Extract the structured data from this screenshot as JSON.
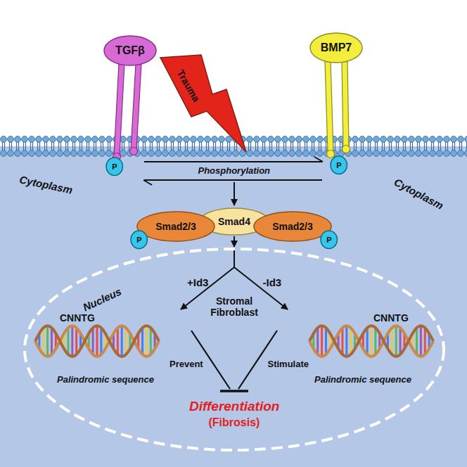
{
  "diagram": {
    "nodes": [
      {
        "text": [
          "Trauma"
        ]
      },
      {
        "text": [
          "TGFβ"
        ]
      },
      {
        "text": [
          "BMP7"
        ]
      },
      {
        "text": [
          "P"
        ]
      },
      {
        "text": [
          "P"
        ]
      },
      {
        "text": [
          "Smad2/3"
        ]
      },
      {
        "text": [
          "Smad4"
        ]
      },
      {
        "text": [
          "Smad2/3"
        ]
      },
      {
        "text": [
          "P"
        ]
      },
      {
        "text": [
          "P"
        ]
      },
      {
        "text": [
          "Nucleus"
        ]
      }
    ],
    "edges": [
      {
        "from": 6,
        "to": 10,
        "arrow": "to"
      }
    ],
    "labels": [
      "Cytoplasm",
      "Cytoplasm",
      "Phosphorylation",
      "+Id3",
      "-Id3",
      "Stromal Fibroblast",
      "CNNTG",
      "Palindromic sequence",
      "CNNTG",
      "Palindromic sequence",
      "Prevent",
      "Stimulate",
      "Differentiation",
      "(Fibrosis)"
    ]
  }
}
